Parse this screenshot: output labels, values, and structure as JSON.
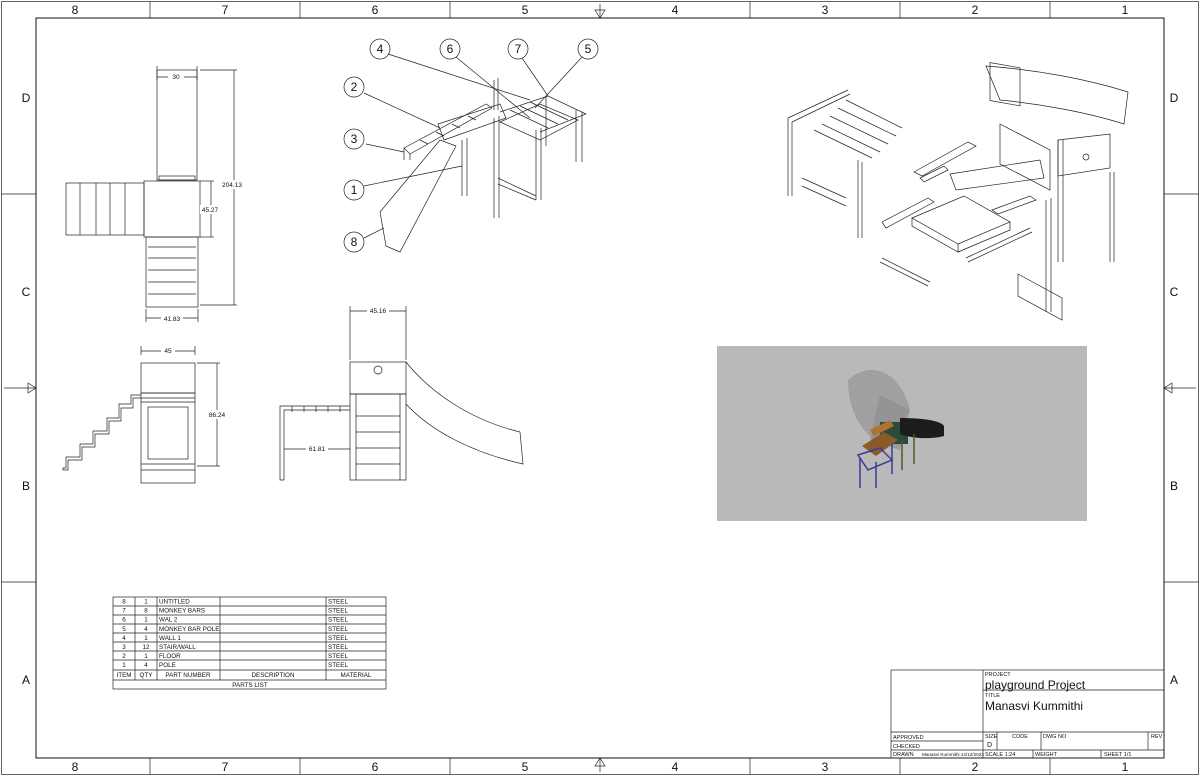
{
  "zones": {
    "cols": [
      "8",
      "7",
      "6",
      "5",
      "4",
      "3",
      "2",
      "1"
    ],
    "rows": [
      "D",
      "C",
      "B",
      "A"
    ]
  },
  "dimensions": {
    "top_width": "30",
    "top_height": "204.13",
    "top_mid": "45.27",
    "top_bottom": "41.83",
    "front_width": "45",
    "front_height": "86.24",
    "side_width": "45.16",
    "side_bar": "61.81"
  },
  "balloons": [
    "4",
    "6",
    "7",
    "5",
    "2",
    "3",
    "1",
    "8"
  ],
  "parts_list": {
    "rows": [
      {
        "item": "8",
        "qty": "1",
        "part": "UNTITLED",
        "desc": "",
        "mat": "STEEL"
      },
      {
        "item": "7",
        "qty": "8",
        "part": "MONKEY BARS",
        "desc": "",
        "mat": "STEEL"
      },
      {
        "item": "6",
        "qty": "1",
        "part": "WAL 2",
        "desc": "",
        "mat": "STEEL"
      },
      {
        "item": "5",
        "qty": "4",
        "part": "MONKEY BAR POLE",
        "desc": "",
        "mat": "STEEL"
      },
      {
        "item": "4",
        "qty": "1",
        "part": "WALL 1",
        "desc": "",
        "mat": "STEEL"
      },
      {
        "item": "3",
        "qty": "12",
        "part": "STAIR/WALL",
        "desc": "",
        "mat": "STEEL"
      },
      {
        "item": "2",
        "qty": "1",
        "part": "FLOOR",
        "desc": "",
        "mat": "STEEL"
      },
      {
        "item": "1",
        "qty": "4",
        "part": "POLE",
        "desc": "",
        "mat": "STEEL"
      }
    ],
    "headers": {
      "item": "ITEM",
      "qty": "QTY",
      "part": "PART NUMBER",
      "desc": "DESCRIPTION",
      "mat": "MATERIAL"
    },
    "caption": "PARTS LIST"
  },
  "title_block": {
    "project_label": "PROJECT",
    "project": "playground Project",
    "title_label": "TITLE",
    "title": "Manasvi Kummithi",
    "approved": "APPROVED",
    "checked": "CHECKED",
    "drawn": "DRAWN",
    "drawn_by": "Manasvi Kummithi 12/12/2023",
    "size_label": "SIZE",
    "size": "D",
    "code_label": "CODE",
    "dwg_label": "DWG NO",
    "rev_label": "REV",
    "scale": "SCALE  1:24",
    "weight": "WEIGHT",
    "sheet": "SHEET  1/1"
  },
  "colors": {
    "render_background": "#b9b9b9",
    "line": "#111111"
  }
}
